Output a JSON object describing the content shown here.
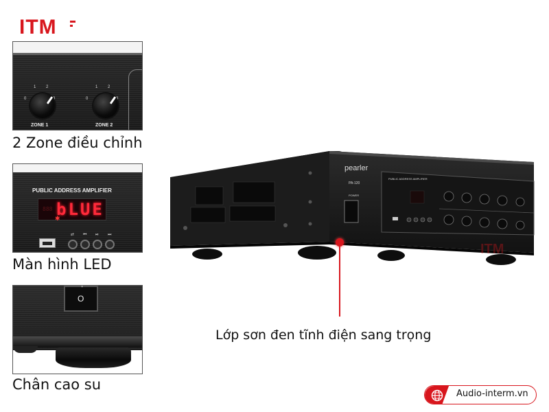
{
  "logo": {
    "text": "ITM",
    "color": "#d8161d"
  },
  "panels": [
    {
      "caption": "2 Zone điều chỉnh",
      "zone_labels": [
        "ZONE 1",
        "ZONE 2"
      ],
      "dial_ticks": [
        "0",
        "1",
        "2",
        "3"
      ]
    },
    {
      "caption": "Màn hình LED",
      "title": "PUBLIC ADDRESS AMPLIFIER",
      "display_text": "bLUE",
      "button_icons": [
        "repeat-icon",
        "previous-icon",
        "play-pause-icon",
        "next-icon"
      ]
    },
    {
      "caption": "Chân cao su",
      "switch_label": "O"
    }
  ],
  "product": {
    "brand": "pearler",
    "model": "PA-120",
    "power_label": "POWER",
    "panel_title": "PUBLIC ADDRESS AMPLIFIER"
  },
  "annotation": "Lớp sơn đen tĩnh điện sang trọng",
  "watermark": "ITM",
  "website": "Audio-interm.vn",
  "colors": {
    "accent": "#d8161d",
    "led": "#ff2a3a",
    "body": "#1a1a1a"
  }
}
